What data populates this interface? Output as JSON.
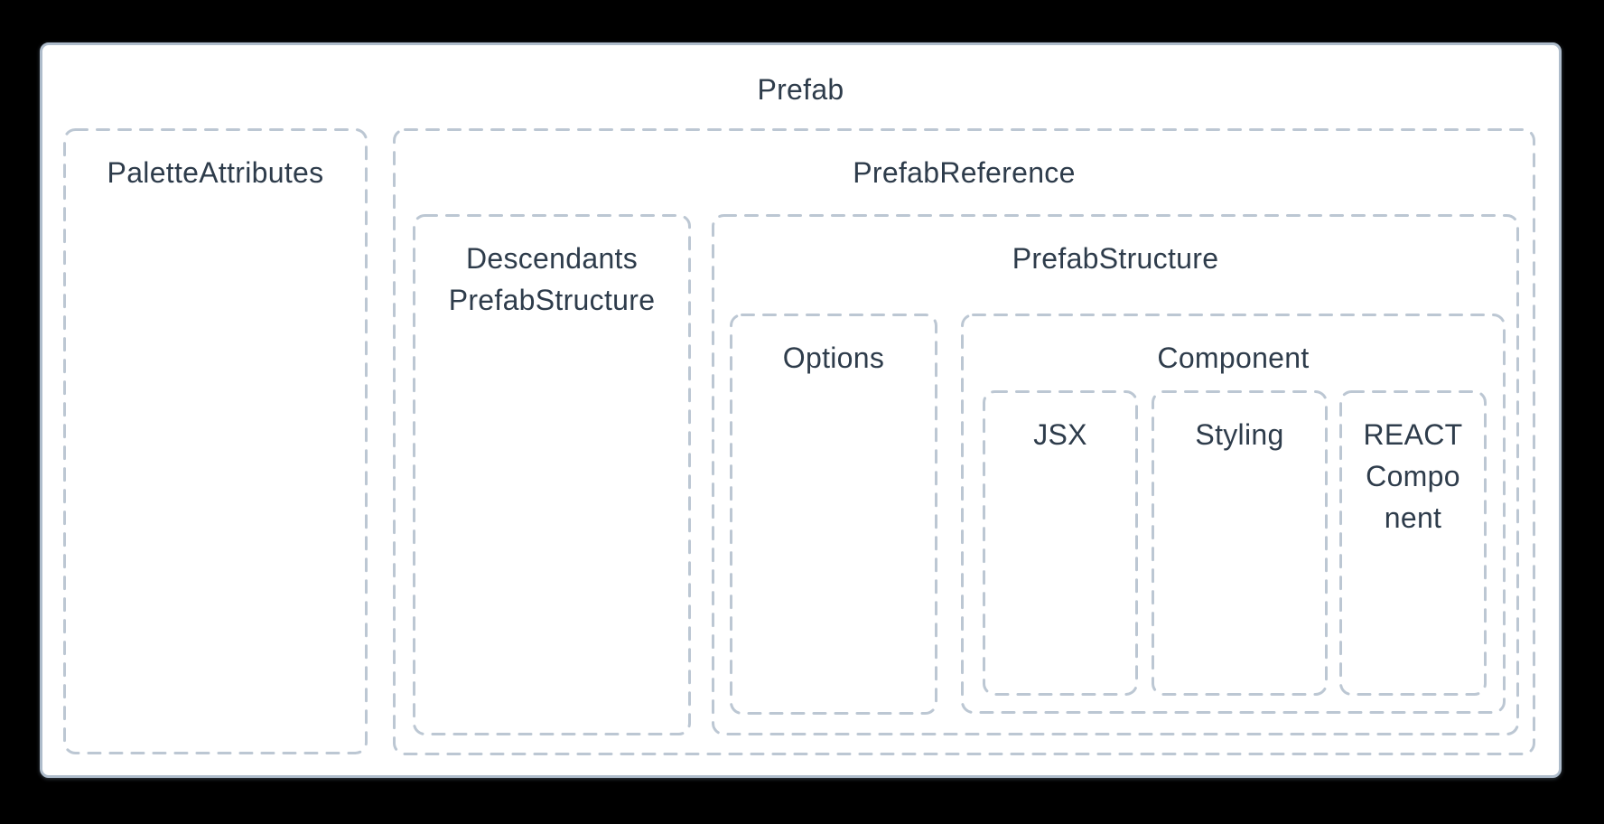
{
  "diagram": {
    "title": "Prefab",
    "boxes": {
      "prefab": {
        "label": "Prefab"
      },
      "palette_attributes": {
        "label": "PaletteAttributes"
      },
      "prefab_reference": {
        "label": "PrefabReference"
      },
      "descendants_prefab_structure": {
        "label": "Descendants PrefabStructure"
      },
      "prefab_structure": {
        "label": "PrefabStructure"
      },
      "options": {
        "label": "Options"
      },
      "component": {
        "label": "Component"
      },
      "jsx": {
        "label": "JSX"
      },
      "styling": {
        "label": "Styling"
      },
      "react_component": {
        "label": "REACT Component",
        "lines": [
          "REACT",
          "Compo",
          "nent"
        ]
      }
    },
    "colors": {
      "page_background": "#000000",
      "canvas_fill": "#ffffff",
      "solid_border": "#aebccb",
      "dashed_border": "#bcc7d3",
      "text": "#2e3c4b"
    }
  }
}
